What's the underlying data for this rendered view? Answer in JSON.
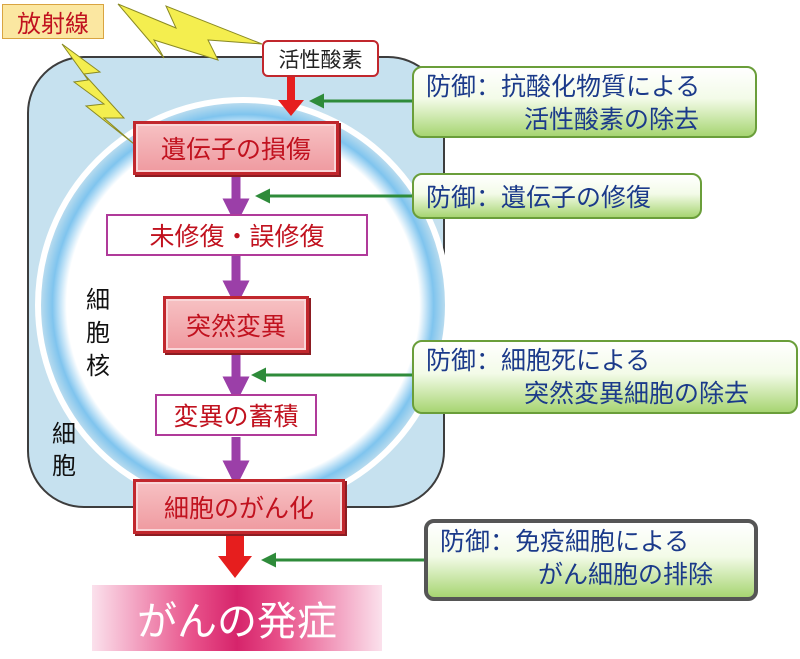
{
  "radiation_label": "放射線",
  "ros_label": "活性酸素",
  "cell_label": "細\n胞",
  "nucleus_label": "細\n胞\n核",
  "steps": [
    "遺伝子の損傷",
    "未修復・誤修復",
    "突然変異",
    "変異の蓄積",
    "細胞のがん化"
  ],
  "outcome": "がんの発症",
  "defenses": [
    {
      "line1": "防御：抗酸化物質による",
      "line2": "活性酸素の除去"
    },
    {
      "line1": "防御：遺伝子の修復",
      "line2": ""
    },
    {
      "line1": "防御：細胞死による",
      "line2": "突然変異細胞の除去"
    },
    {
      "line1": "防御：免疫細胞による",
      "line2": "がん細胞の排除"
    }
  ],
  "colors": {
    "cell_fill": "#c6e1ef",
    "cell_border": "#3d3d3d",
    "step_border": "#c1272d",
    "step_text": "#c1121f",
    "process_arrow": "#9b3fa8",
    "red_arrow": "#e61e1e",
    "defense_arrow": "#2e8b3a",
    "defense_text": "#1b3a8a",
    "lightning": "#f4ee4f",
    "outcome_fill": "#d6246b"
  }
}
